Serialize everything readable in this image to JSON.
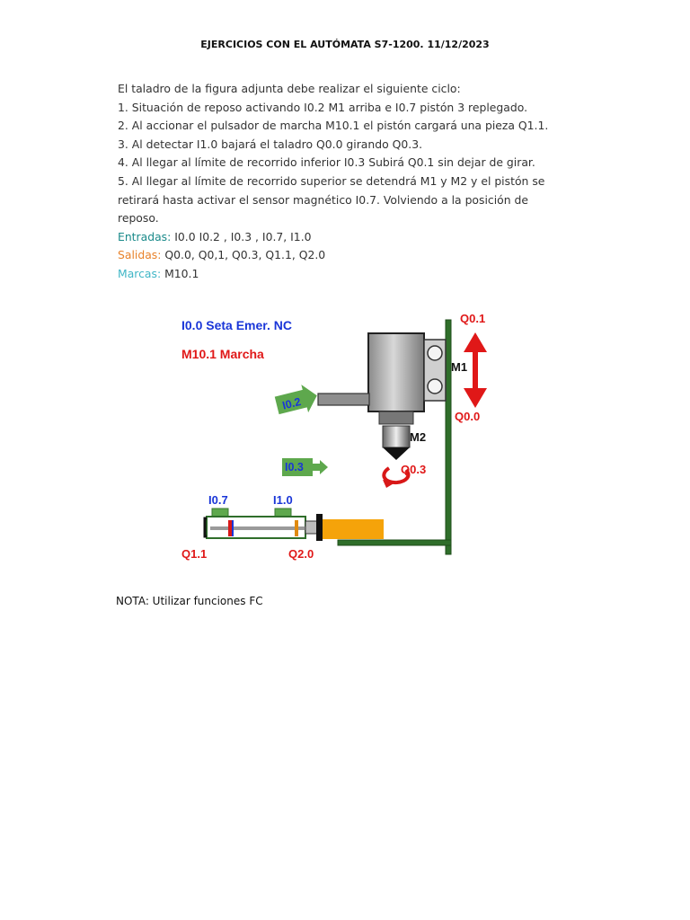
{
  "title": "EJERCICIOS CON EL AUTÓMATA S7-1200. 11/12/2023",
  "intro": "El taladro de la figura adjunta debe realizar el siguiente ciclo:",
  "steps": [
    "1. Situación de reposo activando I0.2 M1 arriba e I0.7 pistón 3 replegado.",
    "2. Al accionar el pulsador de marcha M10.1 el pistón cargará una pieza Q1.1.",
    "3. Al detectar I1.0 bajará el taladro Q0.0 girando Q0.3.",
    "4. Al llegar al límite de recorrido inferior I0.3 Subirá Q0.1 sin dejar de girar.",
    "5. Al llegar al límite de recorrido superior se detendrá M1 y M2 y el pistón se retirará hasta activar el sensor magnético I0.7. Volviendo a la posición de reposo."
  ],
  "entradas": {
    "label": "Entradas:",
    "value": " I0.0 I0.2 , I0.3 , I0.7, I1.0"
  },
  "salidas": {
    "label": "Salidas:",
    "value": " Q0.0, Q0,1, Q0.3, Q1.1, Q2.0"
  },
  "marcas": {
    "label": "Marcas:",
    "value": " M10.1"
  },
  "diagram": {
    "seta": "I0.0  Seta Emer. NC",
    "marcha": "M10.1 Marcha",
    "q01": "Q0.1",
    "q00": "Q0.0",
    "m1": "M1",
    "m2": "M2",
    "i02": "I0.2",
    "i03": "I0.3",
    "q03": "Q0.3",
    "i07": "I0.7",
    "i10": "I1.0",
    "q11": "Q1.1",
    "q20": "Q2.0"
  },
  "nota": "NOTA: Utilizar funciones FC"
}
